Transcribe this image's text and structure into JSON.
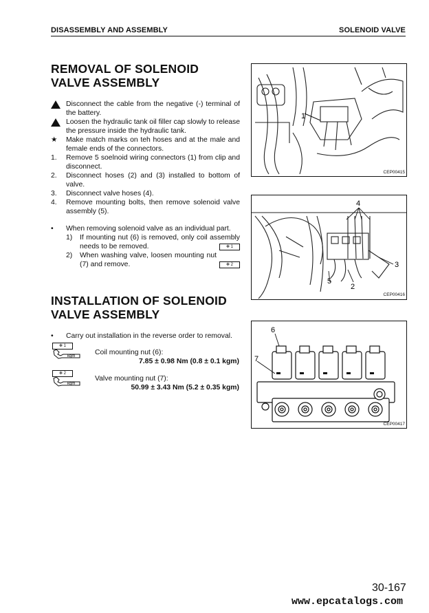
{
  "header": {
    "left": "DISASSEMBLY AND ASSEMBLY",
    "right": "SOLENOID VALVE"
  },
  "removal": {
    "title_1": "REMOVAL OF SOLENOID",
    "title_2": "VALVE ASSEMBLY",
    "steps": [
      {
        "mark": "",
        "text": "Disconnect the cable from the negative (-) terminal of the battery."
      },
      {
        "mark": "",
        "text": "Loosen the hydraulic tank oil filler cap slowly to release the pressure inside the hydraulic tank."
      },
      {
        "mark": "★",
        "text": "Make match marks on teh hoses and at the male and female ends of the connectors."
      },
      {
        "mark": "1.",
        "text": "Remove 5 soelnoid wiring connectors (1) from clip and disconnect."
      },
      {
        "mark": "2.",
        "text": "Disconnect hoses (2) and (3) installed to bottom of valve."
      },
      {
        "mark": "3.",
        "text": "Disconnect valve hoses (4)."
      },
      {
        "mark": "4.",
        "text": "Remove mounting bolts, then remove solenoid valve assembly (5)."
      }
    ],
    "note_bullet": "•",
    "note": "When removing solenoid valve as an individual part.",
    "sub": [
      {
        "mark": "1)",
        "text": "If mounting nut (6) is removed, only coil assembly needs to be removed.",
        "tag": "✻ 1"
      },
      {
        "mark": "2)",
        "text": "When washing valve, loosen mounting nut (7) and remove.",
        "tag": "✻ 2"
      }
    ]
  },
  "installation": {
    "title_1": "INSTALLATION OF SOLENOID",
    "title_2": "VALVE ASSEMBLY",
    "bullet": "•",
    "text": "Carry out installation in the reverse order to removal.",
    "specs": [
      {
        "tag": "✻ 1",
        "icon_label": "kgm",
        "label": "Coil mounting nut (6):",
        "value": "7.85 ± 0.98 Nm (0.8 ± 0.1 kgm)"
      },
      {
        "tag": "✻ 2",
        "icon_label": "kgm",
        "label": "Valve mounting nut (7):",
        "value": "50.99 ± 3.43 Nm (5.2 ± 0.35 kgm)"
      }
    ]
  },
  "figures": [
    {
      "code": "CEP00415",
      "labels": [
        "1"
      ]
    },
    {
      "code": "CEP00416",
      "labels": [
        "4",
        "3",
        "2",
        "5"
      ]
    },
    {
      "code": "CEP00417",
      "labels": [
        "6",
        "7"
      ]
    }
  ],
  "footer": {
    "page": "30-167",
    "site": "www.epcatalogs.com"
  }
}
